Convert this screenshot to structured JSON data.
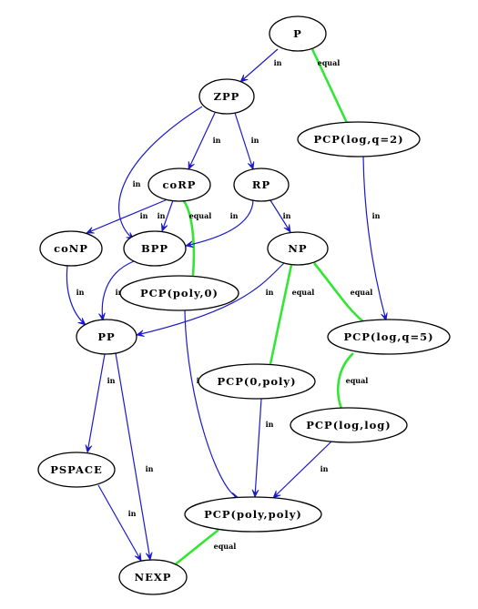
{
  "colors": {
    "in": "#1a1acc",
    "equal": "#33e633",
    "node_stroke": "#000000"
  },
  "nodes": [
    {
      "id": "P",
      "label": "P"
    },
    {
      "id": "ZPP",
      "label": "ZPP"
    },
    {
      "id": "PCPlog2",
      "label": "PCP(log,q=2)"
    },
    {
      "id": "coRP",
      "label": "coRP"
    },
    {
      "id": "RP",
      "label": "RP"
    },
    {
      "id": "coNP",
      "label": "coNP"
    },
    {
      "id": "BPP",
      "label": "BPP"
    },
    {
      "id": "NP",
      "label": "NP"
    },
    {
      "id": "PCPpoly0",
      "label": "PCP(poly,0)"
    },
    {
      "id": "PP",
      "label": "PP"
    },
    {
      "id": "PCPlog5",
      "label": "PCP(log,q=5)"
    },
    {
      "id": "PCP0poly",
      "label": "PCP(0,poly)"
    },
    {
      "id": "PCPloglog",
      "label": "PCP(log,log)"
    },
    {
      "id": "PSPACE",
      "label": "PSPACE"
    },
    {
      "id": "PCPpolypoly",
      "label": "PCP(poly,poly)"
    },
    {
      "id": "NEXP",
      "label": "NEXP"
    }
  ],
  "edges": [
    {
      "from": "P",
      "to": "ZPP",
      "label": "in",
      "kind": "in"
    },
    {
      "from": "P",
      "to": "PCPlog2",
      "label": "equal",
      "kind": "equal"
    },
    {
      "from": "ZPP",
      "to": "coRP",
      "label": "in",
      "kind": "in"
    },
    {
      "from": "ZPP",
      "to": "RP",
      "label": "in",
      "kind": "in"
    },
    {
      "from": "ZPP",
      "to": "BPP",
      "label": "in",
      "kind": "in"
    },
    {
      "from": "coRP",
      "to": "coNP",
      "label": "in",
      "kind": "in"
    },
    {
      "from": "coRP",
      "to": "BPP",
      "label": "in",
      "kind": "in"
    },
    {
      "from": "coRP",
      "to": "PCPpoly0",
      "label": "equal",
      "kind": "equal"
    },
    {
      "from": "RP",
      "to": "NP",
      "label": "in",
      "kind": "in"
    },
    {
      "from": "RP",
      "to": "BPP",
      "label": "in",
      "kind": "in"
    },
    {
      "from": "PCPlog2",
      "to": "PCPlog5",
      "label": "in",
      "kind": "in"
    },
    {
      "from": "coNP",
      "to": "PP",
      "label": "in",
      "kind": "in"
    },
    {
      "from": "BPP",
      "to": "PP",
      "label": "in",
      "kind": "in"
    },
    {
      "from": "NP",
      "to": "PP",
      "label": "in",
      "kind": "in"
    },
    {
      "from": "NP",
      "to": "PCP0poly",
      "label": "equal",
      "kind": "equal"
    },
    {
      "from": "NP",
      "to": "PCPlog5",
      "label": "equal",
      "kind": "equal"
    },
    {
      "from": "PCPlog5",
      "to": "PCPloglog",
      "label": "equal",
      "kind": "equal"
    },
    {
      "from": "PCPpoly0",
      "to": "PCPpolypoly",
      "label": "in",
      "kind": "in"
    },
    {
      "from": "PCP0poly",
      "to": "PCPpolypoly",
      "label": "in",
      "kind": "in"
    },
    {
      "from": "PCPloglog",
      "to": "PCPpolypoly",
      "label": "in",
      "kind": "in"
    },
    {
      "from": "PP",
      "to": "PSPACE",
      "label": "in",
      "kind": "in"
    },
    {
      "from": "PP",
      "to": "NEXP",
      "label": "in",
      "kind": "in"
    },
    {
      "from": "PSPACE",
      "to": "NEXP",
      "label": "in",
      "kind": "in"
    },
    {
      "from": "PCPpolypoly",
      "to": "NEXP",
      "label": "equal",
      "kind": "equal"
    }
  ]
}
